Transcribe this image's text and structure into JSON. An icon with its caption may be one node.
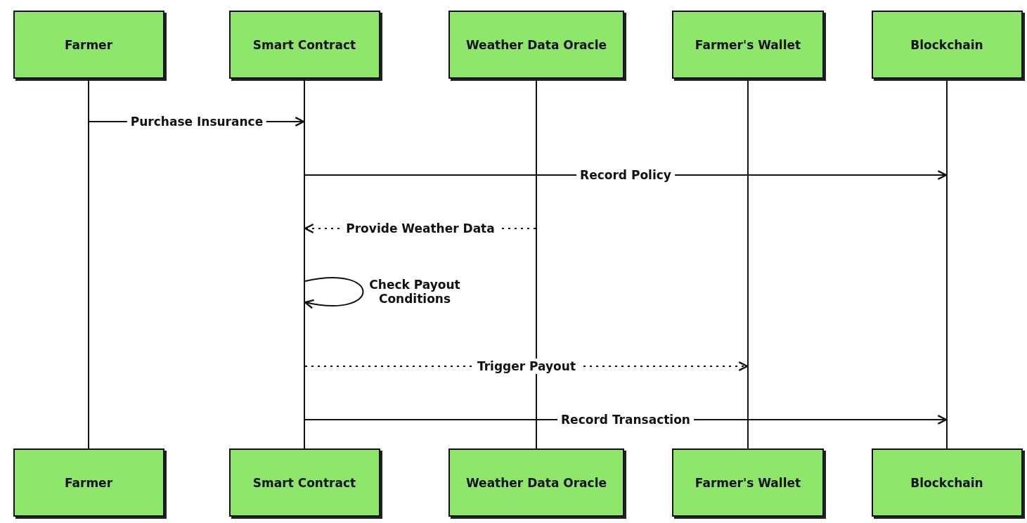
{
  "diagram": {
    "nodes": [
      {
        "text": [
          "Farmer"
        ]
      },
      {
        "text": [
          "Smart Contract"
        ]
      },
      {
        "text": [
          "Weather Data Oracle"
        ]
      },
      {
        "text": [
          "Farmer's Wallet"
        ]
      },
      {
        "text": [
          "Blockchain"
        ]
      },
      {
        "text": [
          "Farmer"
        ]
      },
      {
        "text": [
          "Smart Contract"
        ]
      },
      {
        "text": [
          "Weather Data Oracle"
        ]
      },
      {
        "text": [
          "Farmer's Wallet"
        ]
      },
      {
        "text": [
          "Blockchain"
        ]
      },
      {
        "text": [],
        "shape": "bar"
      },
      {
        "text": [],
        "shape": "bar"
      },
      {
        "text": [],
        "shape": "bar"
      },
      {
        "text": [],
        "shape": "bar"
      },
      {
        "text": [],
        "shape": "bar"
      }
    ],
    "edges": [
      {
        "from": 10,
        "to": 11,
        "arrow": "to",
        "label": "Purchase Insurance"
      },
      {
        "from": 11,
        "to": 14,
        "arrow": "to",
        "label": "Record Policy"
      },
      {
        "from": 12,
        "to": 11,
        "arrow": "to",
        "label": "Provide Weather Data",
        "style": "dashed"
      },
      {
        "from": 11,
        "to": 11,
        "arrow": "to",
        "label": "Check Payout Conditions"
      },
      {
        "from": 11,
        "to": 13,
        "arrow": "to",
        "label": "Trigger Payout",
        "style": "dashed"
      },
      {
        "from": 11,
        "to": 14,
        "arrow": "to",
        "label": "Record Transaction"
      }
    ]
  }
}
